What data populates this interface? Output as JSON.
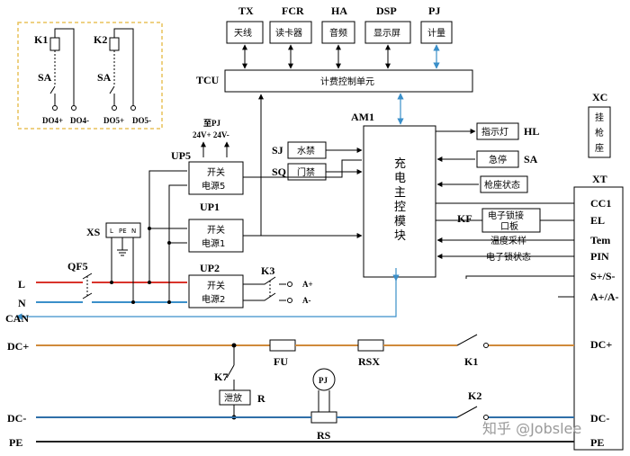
{
  "top_modules": [
    {
      "code": "TX",
      "name": "天线"
    },
    {
      "code": "FCR",
      "name": "读卡器"
    },
    {
      "code": "HA",
      "name": "音频"
    },
    {
      "code": "DSP",
      "name": "显示屏"
    },
    {
      "code": "PJ",
      "name": "计量"
    }
  ],
  "tcu": {
    "code": "TCU",
    "name": "计费控制单元"
  },
  "am1": {
    "code": "AM1",
    "name_chars": [
      "充",
      "电",
      "主",
      "控",
      "模",
      "块"
    ]
  },
  "relay_box": {
    "k1": "K1",
    "k2": "K2",
    "sa1": "SA",
    "sa2": "SA",
    "terminals": [
      "DO4+",
      "DO4-",
      "DO5+",
      "DO5-"
    ]
  },
  "inputs": [
    {
      "code": "SJ",
      "name": "水禁"
    },
    {
      "code": "SQ",
      "name": "门禁"
    }
  ],
  "outputs": [
    {
      "name": "指示灯",
      "code": "HL"
    },
    {
      "name": "急停",
      "code": "SA"
    },
    {
      "name": "枪座状态",
      "code": ""
    }
  ],
  "lock_board": {
    "code": "KF",
    "line1": "电子锁接",
    "line2": "口板"
  },
  "signals": {
    "temp": "温度采样",
    "lock_state": "电子锁状态"
  },
  "power_supplies": [
    {
      "code": "UP5",
      "line1": "开关",
      "line2": "电源5",
      "note_top": "至PJ",
      "note_bottom": "24V+ 24V-"
    },
    {
      "code": "UP1",
      "line1": "开关",
      "line2": "电源1"
    },
    {
      "code": "UP2",
      "line1": "开关",
      "line2": "电源2"
    }
  ],
  "xs": {
    "code": "XS",
    "pins": [
      "L",
      "PE",
      "N"
    ]
  },
  "qf5": "QF5",
  "k3": {
    "code": "K3",
    "a_plus": "A+",
    "a_minus": "A-"
  },
  "lines": {
    "l": "L",
    "n": "N",
    "can": "CAN",
    "dcp": "DC+",
    "dcm": "DC-",
    "pe": "PE"
  },
  "xc": {
    "code": "XC",
    "chars": [
      "挂",
      "枪",
      "座"
    ]
  },
  "xt": {
    "code": "XT",
    "pins": [
      "CC1",
      "EL",
      "Tem",
      "PIN",
      "S+/S-",
      "A+/A-",
      "DC+",
      "DC-",
      "PE"
    ]
  },
  "components": {
    "fu": "FU",
    "rsx": "RSX",
    "k1": "K1",
    "k2": "K2",
    "k7": "K7",
    "r_name": "泄放",
    "r": "R",
    "pj": "PJ",
    "rs": "RS"
  },
  "watermark": "知乎 @Jobslee",
  "colors": {
    "l_line": "#d9342b",
    "n_line": "#3a8fc9",
    "dc_plus": "#d08a3a",
    "dc_minus": "#2f6fa8",
    "pe": "#222222",
    "dashed_box": "#e9c25a"
  }
}
